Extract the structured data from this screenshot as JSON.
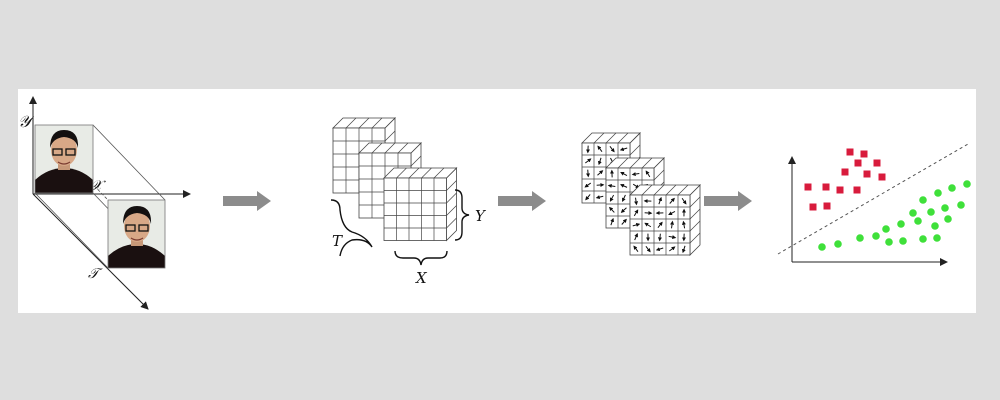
{
  "labels": {
    "y_axis": "𝒴",
    "x_axis": "𝒳",
    "t_axis": "𝒯",
    "T": "T",
    "Y": "Y",
    "X": "X"
  },
  "colors": {
    "page_background": "#dedede",
    "panel": "#ffffff",
    "arrow": "#8c8c8c",
    "class_a": "#d81b3c",
    "class_b": "#3fe03a",
    "grid_line": "#444444"
  },
  "icons": [
    "face-photo-icon",
    "right-arrow-icon"
  ]
}
